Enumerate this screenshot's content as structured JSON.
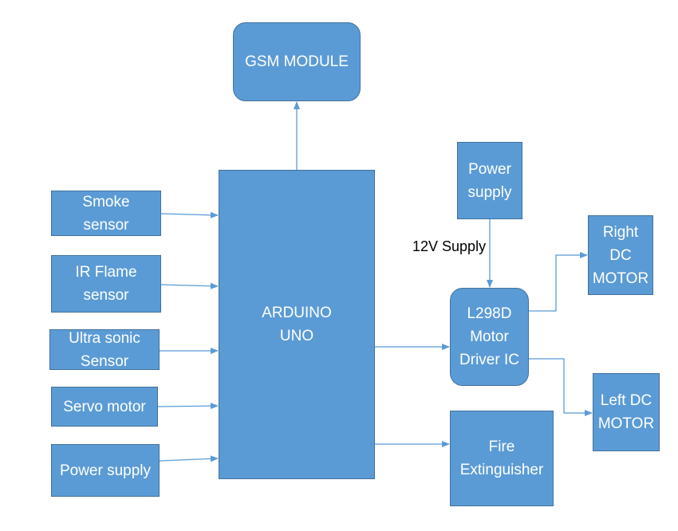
{
  "blocks": {
    "gsm": [
      "GSM MODULE"
    ],
    "arduino": [
      "ARDUINO",
      "UNO"
    ],
    "smoke": [
      "Smoke",
      "sensor"
    ],
    "ir_flame": [
      "IR Flame",
      "sensor"
    ],
    "ultrasonic": [
      "Ultra sonic",
      "Sensor"
    ],
    "servo": [
      "Servo motor"
    ],
    "power_left": [
      "Power supply"
    ],
    "power_top": [
      "Power",
      "supply"
    ],
    "driver": [
      "L298D",
      "Motor",
      "Driver IC"
    ],
    "right_motor": [
      "Right",
      "DC",
      "MOTOR"
    ],
    "left_motor": [
      "Left DC",
      "MOTOR"
    ],
    "extinguisher": [
      "Fire",
      "Extinguisher"
    ]
  },
  "edge_labels": {
    "supply_12v": "12V Supply"
  },
  "colors": {
    "block_fill": "#5b9bd5",
    "block_border": "#41719c",
    "block_text": "#ffffff",
    "wire": "#5b9bd5"
  }
}
